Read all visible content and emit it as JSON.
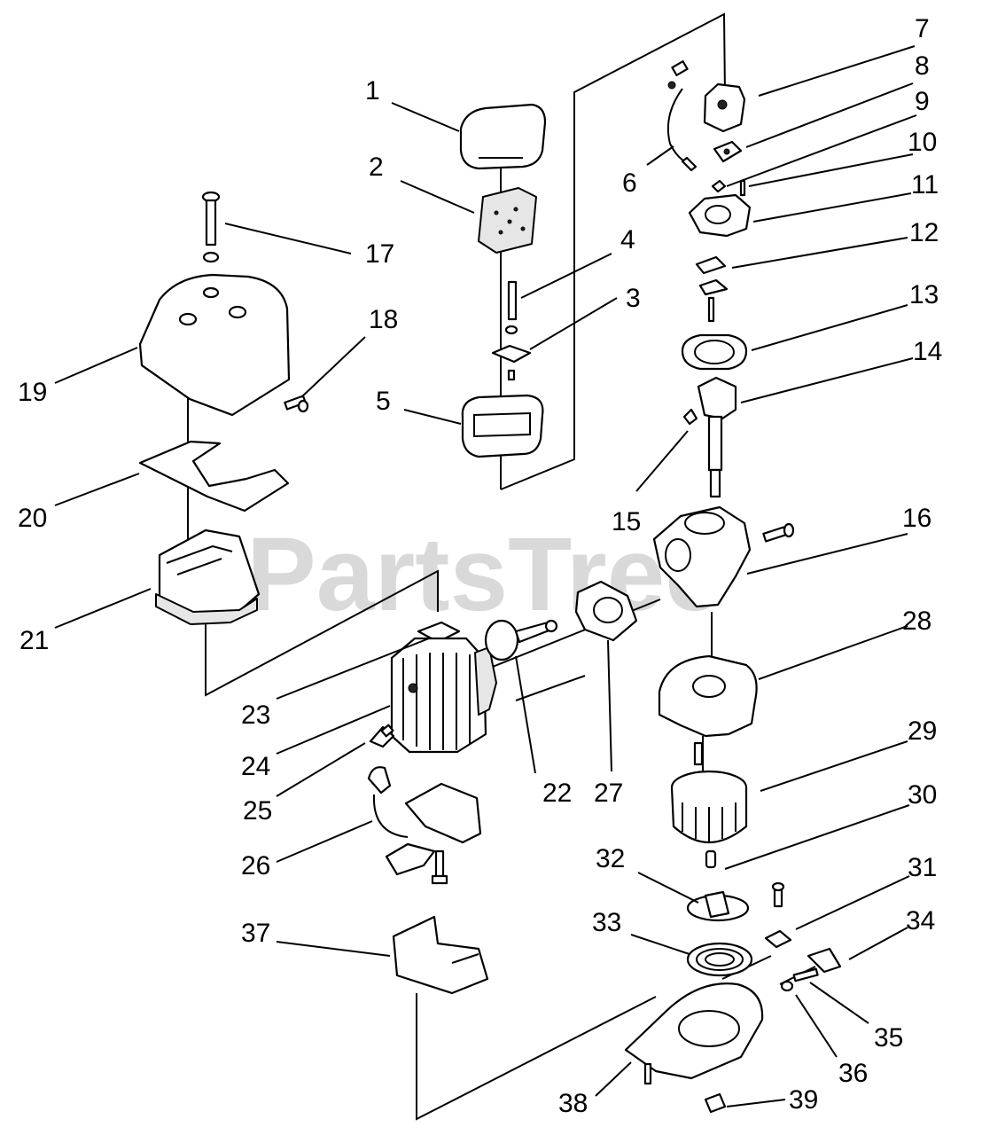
{
  "watermark": "PartsTree",
  "labels": [
    "1",
    "2",
    "3",
    "4",
    "5",
    "6",
    "7",
    "8",
    "9",
    "10",
    "11",
    "12",
    "13",
    "14",
    "15",
    "16",
    "17",
    "18",
    "19",
    "20",
    "21",
    "22",
    "23",
    "24",
    "25",
    "26",
    "27",
    "28",
    "29",
    "30",
    "31",
    "32",
    "33",
    "34",
    "35",
    "36",
    "37",
    "38",
    "39"
  ]
}
